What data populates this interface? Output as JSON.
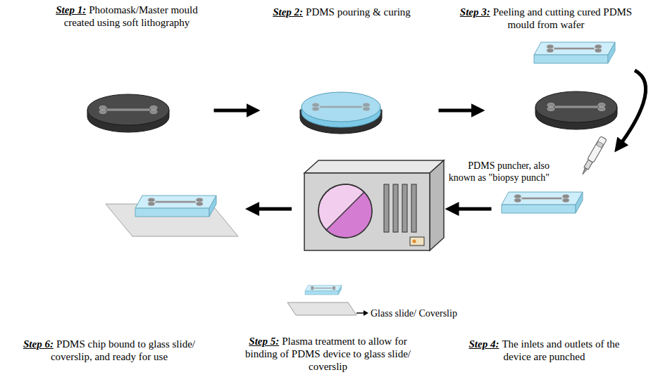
{
  "diagram": {
    "nodes": [
      {
        "text": [
          "Step 1:",
          "Photomask/Master mould created using soft lithography"
        ]
      },
      {
        "text": [
          "Step 2:",
          "PDMS pouring & curing"
        ]
      },
      {
        "text": [
          "Step 3:",
          "Peeling and cutting cured PDMS mould from wafer"
        ]
      },
      {
        "text": [
          "Step 4:",
          "The inlets and outlets of the device are punched"
        ]
      },
      {
        "text": [
          "Step 5:",
          "Plasma treatment to allow for binding of PDMS device to glass slide/ coverslip"
        ]
      },
      {
        "text": [
          "Step 6:",
          "PDMS chip bound to glass slide/ coverslip, and ready for use"
        ]
      }
    ],
    "edges": [
      {
        "from": 0,
        "to": 1,
        "arrow": "to"
      },
      {
        "from": 1,
        "to": 2,
        "arrow": "to"
      },
      {
        "from": 2,
        "to": 3,
        "arrow": "to"
      },
      {
        "from": 3,
        "to": 4,
        "arrow": "to"
      },
      {
        "from": 4,
        "to": 5,
        "arrow": "to"
      }
    ],
    "labels": [
      "PDMS puncher, also known as \"biopsy punch\"",
      "Glass slide/ Coverslip"
    ]
  }
}
